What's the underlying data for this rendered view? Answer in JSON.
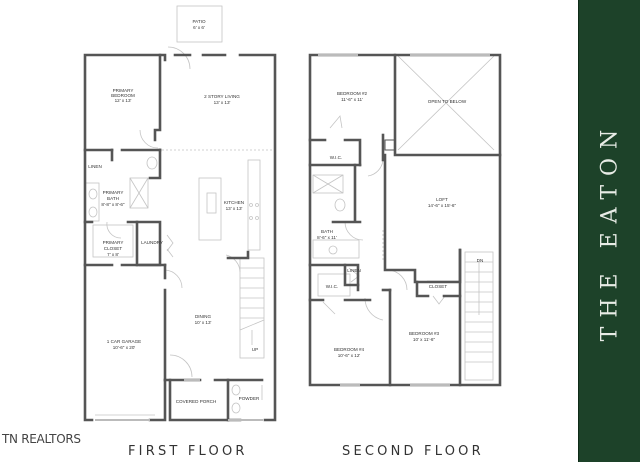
{
  "title": "THE EATON",
  "watermark": "TN REALTORS",
  "colors": {
    "panel": "#1d4229",
    "panel_text": "#e8ece6",
    "wall": "#555555",
    "thin_line": "#bbbbbb"
  },
  "first_floor": {
    "label": "FIRST FLOOR",
    "rooms": {
      "patio": {
        "name": "PATIO",
        "dims": "6' x 6'"
      },
      "primary_bedroom": {
        "name": "PRIMARY",
        "name2": "BEDROOM",
        "dims": "12' x 13'"
      },
      "living": {
        "name": "2 STORY LIVING",
        "dims": "13' x 13'"
      },
      "linen": {
        "name": "LINEN"
      },
      "primary_bath": {
        "name": "PRIMARY",
        "name2": "BATH",
        "dims": "8'-8\" x 8'-6\""
      },
      "primary_closet": {
        "name": "PRIMARY",
        "name2": "CLOSET",
        "dims": "7' x 8'"
      },
      "laundry": {
        "name": "LAUNDRY"
      },
      "kitchen": {
        "name": "KITCHEN",
        "dims": "13' x 13'"
      },
      "garage": {
        "name": "1 CAR GARAGE",
        "dims": "10'-6\" x 20'"
      },
      "dining": {
        "name": "DINING",
        "dims": "10' x 13'"
      },
      "stairs_up": {
        "name": "UP"
      },
      "covered_porch": {
        "name": "COVERED PORCH"
      },
      "powder": {
        "name": "POWDER"
      }
    }
  },
  "second_floor": {
    "label": "SECOND FLOOR",
    "rooms": {
      "bedroom2": {
        "name": "BEDROOM #2",
        "dims": "11'-6\" x 11'"
      },
      "open_below": {
        "name": "OPEN TO BELOW"
      },
      "wic1": {
        "name": "W.I.C."
      },
      "loft": {
        "name": "LOFT",
        "dims": "14'-6\" x 15'-6\""
      },
      "bath": {
        "name": "BATH",
        "dims": "8'-6\" x 11'"
      },
      "linen": {
        "name": "LINEN"
      },
      "wic2": {
        "name": "W.I.C."
      },
      "closet": {
        "name": "CLOSET"
      },
      "stairs_dn": {
        "name": "DN"
      },
      "bedroom4": {
        "name": "BEDROOM #4",
        "dims": "10'-6\" x 12'"
      },
      "bedroom3": {
        "name": "BEDROOM #3",
        "dims": "10' x 11'-6\""
      }
    }
  }
}
